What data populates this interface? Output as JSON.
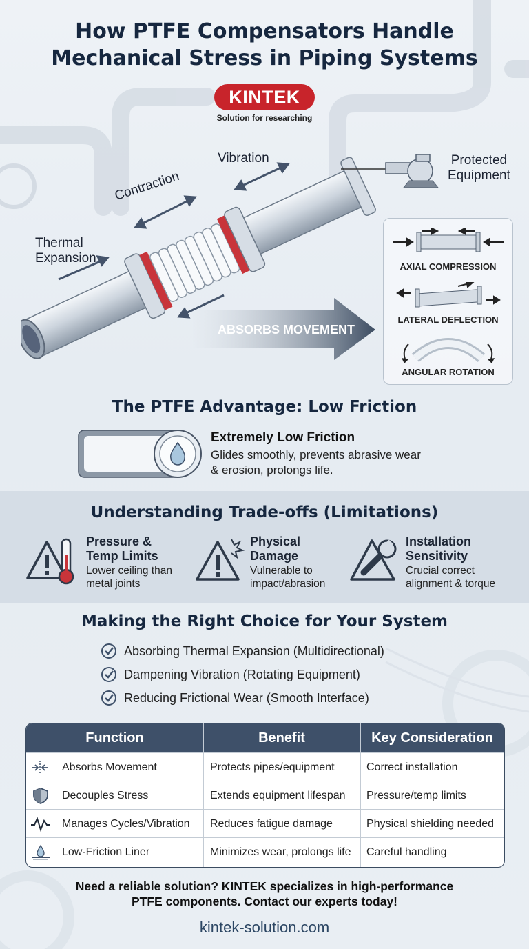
{
  "title": {
    "line1": "How PTFE Compensators Handle",
    "line2": "Mechanical Stress in Piping Systems"
  },
  "brand": {
    "logo_text": "KINTEK",
    "tagline": "Solution for researching",
    "color": "#c8242b"
  },
  "diagram": {
    "labels": {
      "vibration": "Vibration",
      "contraction": "Contraction",
      "thermal_line1": "Thermal",
      "thermal_line2": "Expansion",
      "protected_line1": "Protected",
      "protected_line2": "Equipment",
      "absorbs": "ABSORBS MOVEMENT"
    },
    "movements": {
      "axial": "AXIAL COMPRESSION",
      "lateral": "LATERAL DEFLECTION",
      "angular": "ANGULAR ROTATION"
    }
  },
  "advantage": {
    "heading": "The PTFE Advantage: Low Friction",
    "title": "Extremely Low Friction",
    "desc_line1": "Glides smoothly, prevents abrasive wear",
    "desc_line2": "& erosion, prolongs life."
  },
  "tradeoffs": {
    "heading": "Understanding Trade-offs (Limitations)",
    "items": [
      {
        "icon": "warning-thermometer-icon",
        "title1": "Pressure &",
        "title2": "Temp Limits",
        "desc1": "Lower ceiling than",
        "desc2": "metal joints"
      },
      {
        "icon": "warning-impact-icon",
        "title1": "Physical",
        "title2": "Damage",
        "desc1": "Vulnerable to",
        "desc2": "impact/abrasion"
      },
      {
        "icon": "wrench-icon",
        "title1": "Installation",
        "title2": "Sensitivity",
        "desc1": "Crucial correct",
        "desc2": "alignment & torque"
      }
    ]
  },
  "choice": {
    "heading": "Making the Right Choice for Your System",
    "items": [
      "Absorbing Thermal Expansion (Multidirectional)",
      "Dampening Vibration (Rotating Equipment)",
      "Reducing Frictional Wear (Smooth Interface)"
    ]
  },
  "table": {
    "headers": [
      "Function",
      "Benefit",
      "Key Consideration"
    ],
    "rows": [
      {
        "icon": "compress-arrows-icon",
        "function": "Absorbs Movement",
        "benefit": "Protects pipes/equipment",
        "consideration": "Correct installation"
      },
      {
        "icon": "shield-icon",
        "function": "Decouples Stress",
        "benefit": "Extends equipment lifespan",
        "consideration": "Pressure/temp limits"
      },
      {
        "icon": "wave-icon",
        "function": "Manages Cycles/Vibration",
        "benefit": "Reduces fatigue damage",
        "consideration": "Physical shielding needed"
      },
      {
        "icon": "droplet-surface-icon",
        "function": "Low-Friction Liner",
        "benefit": "Minimizes wear, prolongs life",
        "consideration": "Careful handling"
      }
    ]
  },
  "cta": {
    "line1": "Need a reliable solution? KINTEK specializes in high-performance",
    "line2": "PTFE components. Contact our experts today!"
  },
  "website": "kintek-solution.com"
}
